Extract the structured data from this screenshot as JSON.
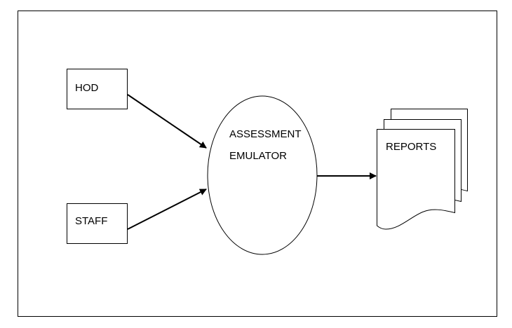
{
  "diagram": {
    "nodes": {
      "hod": {
        "label": "HOD"
      },
      "staff": {
        "label": "STAFF"
      },
      "process": {
        "line1": "ASSESSMENT",
        "line2": "EMULATOR"
      },
      "reports": {
        "label": "REPORTS"
      }
    },
    "colors": {
      "stroke": "#000000",
      "fill": "#ffffff",
      "text": "#000000"
    }
  }
}
